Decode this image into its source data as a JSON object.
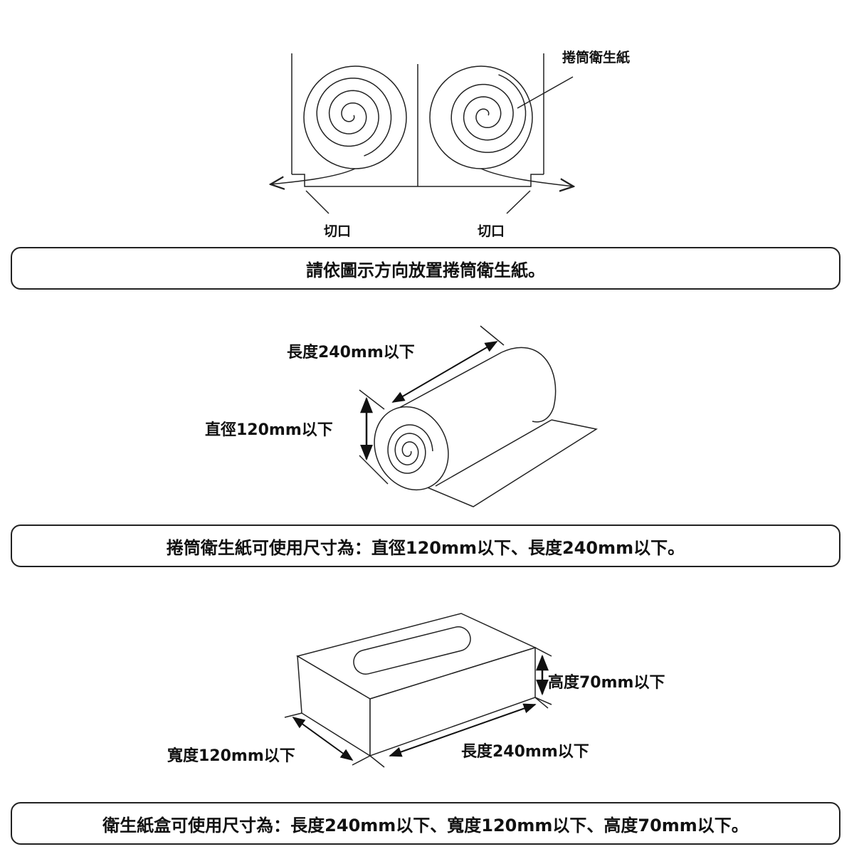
{
  "section1": {
    "roll_label": "捲筒衛生紙",
    "cut_left": "切口",
    "cut_right": "切口",
    "caption": "請依圖示方向放置捲筒衛生紙。"
  },
  "section2": {
    "length_label": "長度240mm以下",
    "diameter_label": "直徑120mm以下",
    "caption": "捲筒衛生紙可使用尺寸為：直徑120mm以下、長度240mm以下。"
  },
  "section3": {
    "height_label": "高度70mm以下",
    "length_label": "長度240mm以下",
    "width_label": "寬度120mm以下",
    "caption": "衛生紙盒可使用尺寸為：長度240mm以下、寬度120mm以下、高度70mm以下。"
  }
}
